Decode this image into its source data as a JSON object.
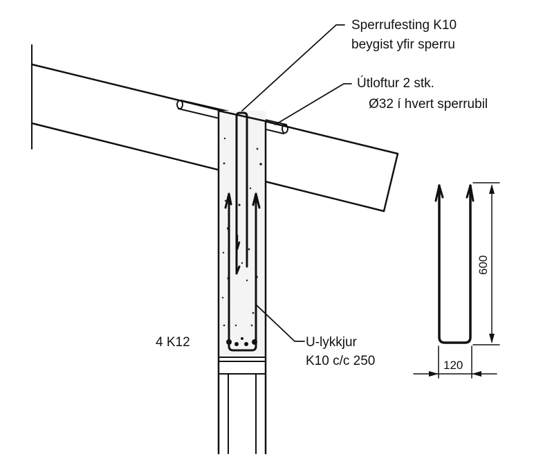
{
  "labels": {
    "rafter_fixing_line1": "Sperrufesting K10",
    "rafter_fixing_line2": "beygist yfir sperru",
    "vent_line1": "Útloftur 2 stk.",
    "vent_line2": "Ø32 í hvert sperrubil",
    "rebar": "4 K12",
    "u_loop_line1": "U-lykkjur",
    "u_loop_line2": "K10 c/c 250"
  },
  "dimensions": {
    "height": "600",
    "width": "120"
  }
}
